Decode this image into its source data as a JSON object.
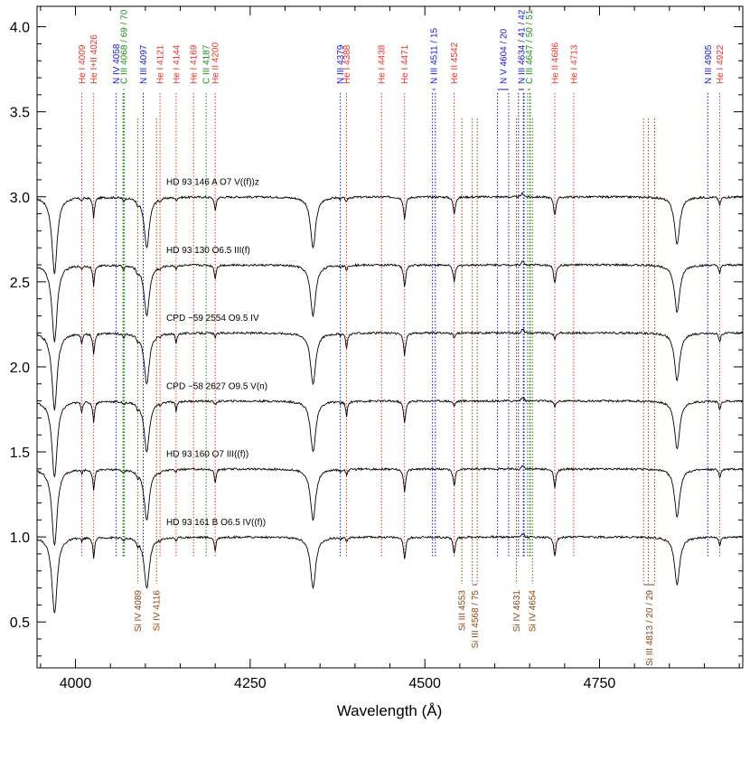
{
  "chart_data": {
    "type": "line",
    "xlabel": "Wavelength (Å)",
    "ylabel": "",
    "xlim": [
      3945,
      4955
    ],
    "ylim": [
      0.23,
      4.12
    ],
    "xticks": [
      {
        "value": 4000,
        "label": "4000"
      },
      {
        "value": 4250,
        "label": "4250"
      },
      {
        "value": 4500,
        "label": "4500"
      },
      {
        "value": 4750,
        "label": "4750"
      }
    ],
    "yticks": [
      {
        "value": 0.5,
        "label": "0.5"
      },
      {
        "value": 1.0,
        "label": "1.0"
      },
      {
        "value": 1.5,
        "label": "1.5"
      },
      {
        "value": 2.0,
        "label": "2.0"
      },
      {
        "value": 2.5,
        "label": "2.5"
      },
      {
        "value": 3.0,
        "label": "3.0"
      },
      {
        "value": 3.5,
        "label": "3.5"
      },
      {
        "value": 4.0,
        "label": "4.0"
      }
    ],
    "colors": {
      "He": "#e8312a",
      "N": "#1515d4",
      "C": "#1a8c1a",
      "Si": "#8b4513",
      "spectrum": "#000000"
    },
    "series": [
      {
        "name": "HD 93 146 A   O7 V((f))z",
        "offset": 3.0,
        "profile": "O7V"
      },
      {
        "name": "HD 93 130   O6.5 III(f)",
        "offset": 2.6,
        "profile": "O6.5III"
      },
      {
        "name": "CPD −59 2554   O9.5 IV",
        "offset": 2.2,
        "profile": "O9.5IV"
      },
      {
        "name": "CPD −58 2627   O9.5 V(n)",
        "offset": 1.8,
        "profile": "O9.5V"
      },
      {
        "name": "HD 93 160   O7 III((f))",
        "offset": 1.4,
        "profile": "O7III"
      },
      {
        "name": "HD 93 161 B   O6.5 IV((f))",
        "offset": 1.0,
        "profile": "O6.5IV"
      }
    ],
    "top_lines": [
      {
        "label": "He I 4009",
        "color": "He",
        "x": [
          4009
        ]
      },
      {
        "label": "He I+II 4026",
        "color": "He",
        "x": [
          4026
        ]
      },
      {
        "label": "N IV 4058",
        "color": "N",
        "x": [
          4058
        ]
      },
      {
        "label": "C III 4068 / 69 / 70",
        "color": "C",
        "x": [
          4068,
          4069,
          4070
        ]
      },
      {
        "label": "N III 4097",
        "color": "N",
        "x": [
          4097
        ]
      },
      {
        "label": "He I 4121",
        "color": "He",
        "x": [
          4121
        ]
      },
      {
        "label": "He I 4144",
        "color": "He",
        "x": [
          4144
        ]
      },
      {
        "label": "He I 4169",
        "color": "He",
        "x": [
          4169
        ]
      },
      {
        "label": "C III 4187",
        "color": "C",
        "x": [
          4187
        ]
      },
      {
        "label": "He II 4200",
        "color": "He",
        "x": [
          4200
        ]
      },
      {
        "label": "N III 4379",
        "color": "N",
        "x": [
          4379
        ]
      },
      {
        "label": "He I 4388",
        "color": "He",
        "x": [
          4388
        ]
      },
      {
        "label": "He I 4438",
        "color": "He",
        "x": [
          4438
        ]
      },
      {
        "label": "He I 4471",
        "color": "He",
        "x": [
          4471
        ]
      },
      {
        "label": "N III 4511 / 15",
        "color": "N",
        "x": [
          4511,
          4515
        ]
      },
      {
        "label": "He II 4542",
        "color": "He",
        "x": [
          4542
        ]
      },
      {
        "label": "N V 4604 / 20",
        "color": "N",
        "x": [
          4604,
          4620
        ]
      },
      {
        "label": "N III 4634 / 41 / 42",
        "color": "N",
        "x": [
          4634,
          4641,
          4642
        ]
      },
      {
        "label": "C III 4647 / 50 / 51",
        "color": "C",
        "x": [
          4647,
          4650,
          4651
        ]
      },
      {
        "label": "He II 4686",
        "color": "He",
        "x": [
          4686
        ]
      },
      {
        "label": "He I 4713",
        "color": "He",
        "x": [
          4713
        ]
      },
      {
        "label": "N III 4905",
        "color": "N",
        "x": [
          4905
        ]
      },
      {
        "label": "He I 4922",
        "color": "He",
        "x": [
          4922
        ]
      }
    ],
    "bottom_lines": [
      {
        "label": "Si IV 4089",
        "x": [
          4089
        ]
      },
      {
        "label": "Si IV 4116",
        "x": [
          4116
        ]
      },
      {
        "label": "Si III 4553",
        "x": [
          4553
        ]
      },
      {
        "label": "Si III 4568 / 75",
        "x": [
          4568,
          4575
        ]
      },
      {
        "label": "Si IV 4631",
        "x": [
          4631
        ]
      },
      {
        "label": "Si IV 4654",
        "x": [
          4654
        ]
      },
      {
        "label": "Si III 4813 / 20 / 29",
        "x": [
          4813,
          4820,
          4829
        ]
      }
    ],
    "absorption_lines": [
      {
        "x": 3970,
        "depth": 0.45,
        "width": 4.5
      },
      {
        "x": 4009,
        "depth": 0.02,
        "width": 1.2
      },
      {
        "x": 4026,
        "depth": 0.12,
        "width": 1.5
      },
      {
        "x": 4069,
        "depth": 0.02,
        "width": 1.5
      },
      {
        "x": 4089,
        "depth": 0.03,
        "width": 1.5
      },
      {
        "x": 4102,
        "depth": 0.3,
        "width": 4.5
      },
      {
        "x": 4121,
        "depth": 0.015,
        "width": 1.2
      },
      {
        "x": 4144,
        "depth": 0.02,
        "width": 1.2
      },
      {
        "x": 4200,
        "depth": 0.08,
        "width": 1.5
      },
      {
        "x": 4340,
        "depth": 0.3,
        "width": 4.5
      },
      {
        "x": 4379,
        "depth": 0.01,
        "width": 1.2
      },
      {
        "x": 4388,
        "depth": 0.03,
        "width": 1.5
      },
      {
        "x": 4471,
        "depth": 0.13,
        "width": 1.8
      },
      {
        "x": 4542,
        "depth": 0.1,
        "width": 1.8
      },
      {
        "x": 4686,
        "depth": 0.11,
        "width": 1.8
      },
      {
        "x": 4861,
        "depth": 0.28,
        "width": 4.5
      },
      {
        "x": 4922,
        "depth": 0.05,
        "width": 1.5
      }
    ]
  }
}
